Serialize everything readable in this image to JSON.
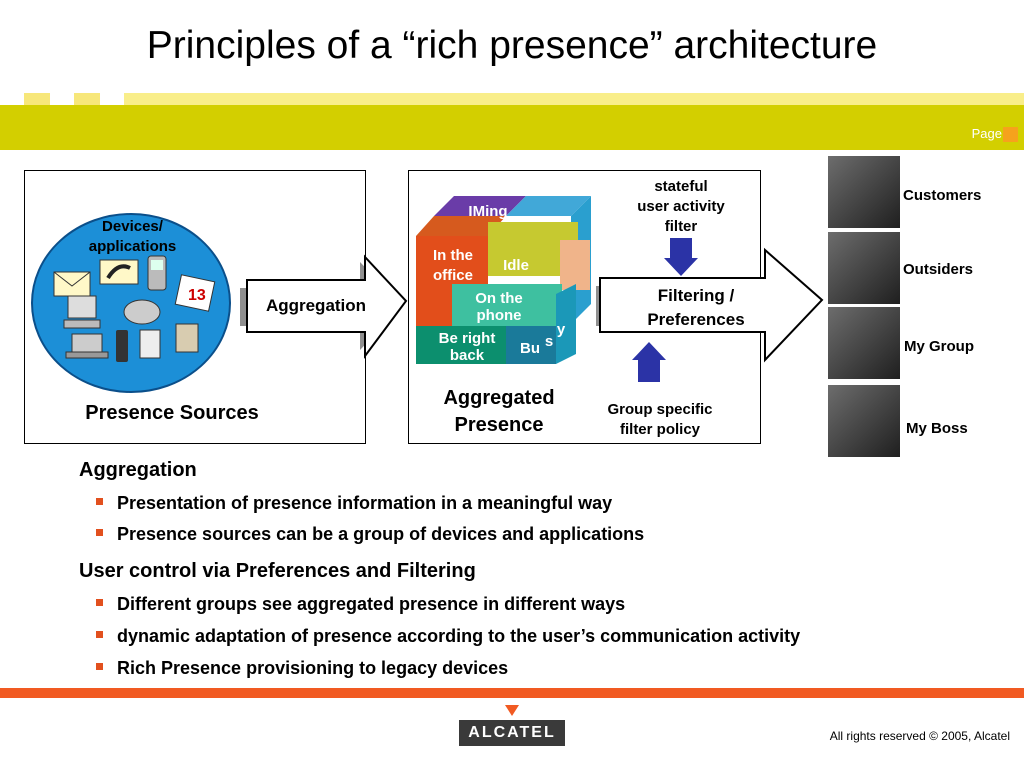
{
  "title": "Principles of a “rich presence” architecture",
  "header": {
    "page_label": "Page"
  },
  "diagram": {
    "sources_panel": {
      "devices_label": "Devices/\napplications",
      "caption": "Presence Sources"
    },
    "aggregation_arrow_label": "Aggregation",
    "aggregated_panel": {
      "cube_labels": {
        "iming": "IMing",
        "office": "In the\noffice",
        "idle": "Idle",
        "phone": "On the\nphone",
        "back": "Be right\nback",
        "busy_a": "Bu",
        "busy_b": "s",
        "busy_c": "y"
      },
      "caption": "Aggregated\nPresence",
      "stateful_label": "stateful\nuser activity\nfilter",
      "filtering_label": "Filtering /\nPreferences",
      "group_policy_label": "Group specific\nfilter policy"
    },
    "groups": [
      "Customers",
      "Outsiders",
      "My Group",
      "My Boss"
    ]
  },
  "sections": [
    {
      "heading": "Aggregation",
      "bullets": [
        "Presentation of presence information in a meaningful way",
        "Presence sources can be a group of devices and applications"
      ]
    },
    {
      "heading": "User control via Preferences and Filtering",
      "bullets": [
        "Different groups see aggregated presence in different ways",
        "dynamic adaptation of presence according to the user’s communication activity",
        "Rich Presence provisioning to legacy devices"
      ]
    }
  ],
  "footer": {
    "logo_text": "ALCATEL",
    "copyright": "All rights reserved © 2005, Alcatel"
  },
  "colors": {
    "band": "#d3cf00",
    "accent_orange": "#f15a22",
    "arrow_blue": "#2b33a6"
  }
}
